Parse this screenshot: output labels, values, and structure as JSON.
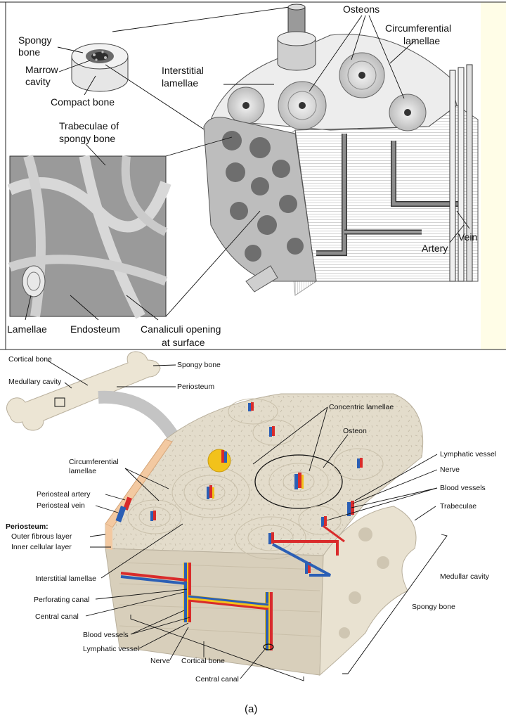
{
  "top_figure": {
    "labels": {
      "osteons": "Osteons",
      "circumferential_lamellae_1": "Circumferential",
      "circumferential_lamellae_2": "lamellae",
      "spongy_bone_1": "Spongy",
      "spongy_bone_2": "bone",
      "marrow_cavity_1": "Marrow",
      "marrow_cavity_2": "cavity",
      "interstitial_lamellae_1": "Interstitial",
      "interstitial_lamellae_2": "lamellae",
      "compact_bone": "Compact bone",
      "trabeculae_1": "Trabeculae of",
      "trabeculae_2": "spongy bone",
      "vein": "Vein",
      "artery": "Artery",
      "lamellae": "Lamellae",
      "endosteum": "Endosteum",
      "canaliculi_1": "Canaliculi opening",
      "canaliculi_2": "at surface"
    }
  },
  "bottom_figure": {
    "labels": {
      "cortical_bone_top": "Cortical bone",
      "spongy_bone_top": "Spongy bone",
      "medullary_cavity_top": "Medullary cavity",
      "periosteum": "Periosteum",
      "concentric_lamellae": "Concentric lamellae",
      "osteon": "Osteon",
      "lymphatic_vessel_right": "Lymphatic vessel",
      "nerve_right": "Nerve",
      "blood_vessels_right": "Blood vessels",
      "trabeculae": "Trabeculae",
      "circumferential_1": "Circumferential",
      "circumferential_2": "lamellae",
      "periosteal_artery": "Periosteal artery",
      "periosteal_vein": "Periosteal vein",
      "periosteum_heading": "Periosteum:",
      "outer_fibrous_layer": "Outer fibrous layer",
      "inner_cellular_layer": "Inner cellular layer",
      "medullar_cavity": "Medullar cavity",
      "interstitial_lamellae": "Interstitial lamellae",
      "perforating_canal": "Perforating canal",
      "central_canal_left": "Central canal",
      "spongy_bone_right": "Spongy bone",
      "blood_vessels_bottom": "Blood vessels",
      "lymphatic_vessel_bottom": "Lymphatic vessel",
      "nerve_bottom": "Nerve",
      "cortical_bone_bottom": "Cortical bone",
      "central_canal_bottom": "Central canal",
      "caption": "(a)"
    }
  },
  "colors": {
    "bone_fill": "#e3dccb",
    "bone_shadow": "#b9b09d",
    "artery_red": "#d92b2b",
    "vein_blue": "#2b5fb5",
    "nerve_yellow": "#f2c21b",
    "panel_cream": "#fffde7"
  }
}
